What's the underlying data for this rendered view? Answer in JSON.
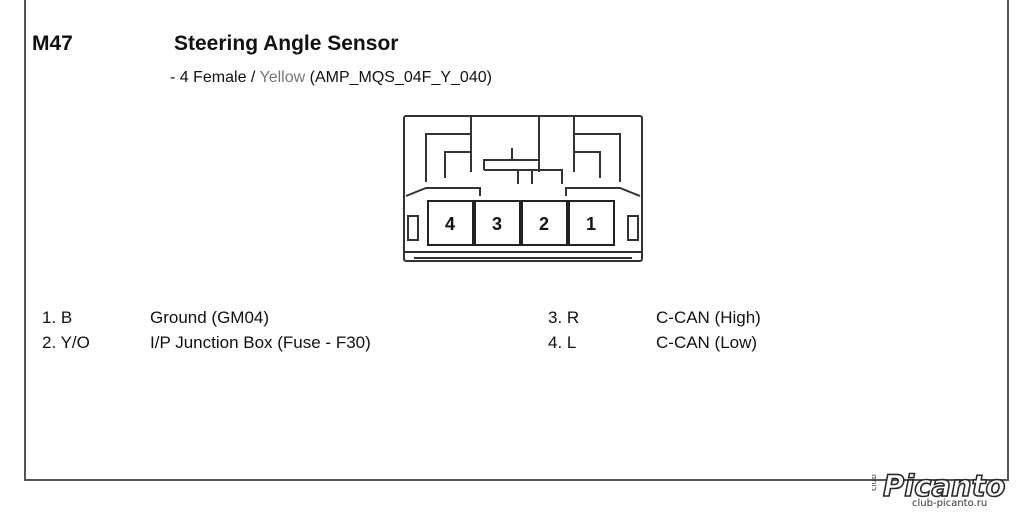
{
  "doc": {
    "code": "M47",
    "title": "Steering Angle Sensor",
    "subtitle_prefix": "- 4 Female / ",
    "subtitle_color": "Yellow",
    "subtitle_suffix": " (AMP_MQS_04F_Y_040)"
  },
  "connector": {
    "pin_labels": [
      "4",
      "3",
      "2",
      "1"
    ]
  },
  "pins_left": [
    {
      "num": "1. B",
      "desc": "Ground (GM04)"
    },
    {
      "num": "2. Y/O",
      "desc": "I/P Junction Box (Fuse - F30)"
    }
  ],
  "pins_right": [
    {
      "num": "3. R",
      "desc": "C-CAN (High)"
    },
    {
      "num": "4. L",
      "desc": "C-CAN (Low)"
    }
  ],
  "watermark": {
    "brand": "Picanto",
    "prefix": "club",
    "url": "club-picanto.ru"
  },
  "colors": {
    "line": "#333333",
    "subtitle_color_word": "#777777"
  }
}
